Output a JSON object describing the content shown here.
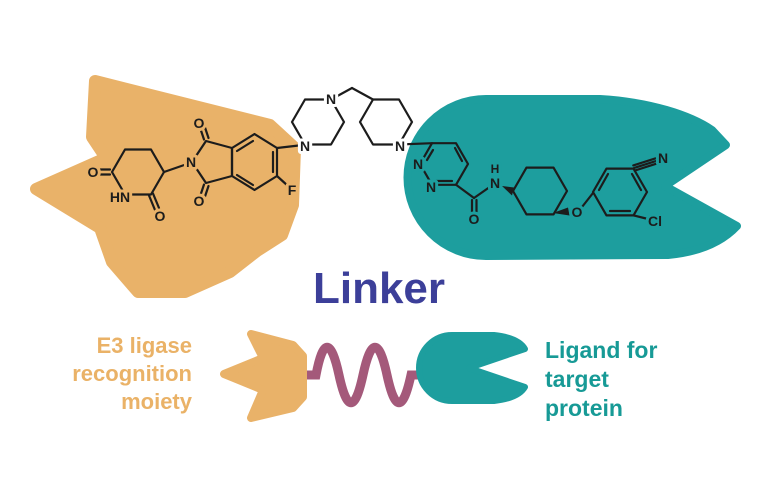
{
  "diagram": {
    "linker_label": "Linker",
    "e3_label": "E3 ligase\nrecognition\nmoiety",
    "ligand_label": "Ligand for\ntarget\nprotein"
  },
  "colors": {
    "e3_orange": "#e9b269",
    "ligand_teal": "#1d9e9e",
    "linker_wave_purple": "#a4597a",
    "linker_text_blue": "#3c3f99",
    "bond_color": "#1c1c1c"
  },
  "atoms": {
    "glut_o_left": "O",
    "glut_hn": "HN",
    "glut_o_bottom": "O",
    "phthal_n": "N",
    "phthal_o_top": "O",
    "phthal_o_bottom": "O",
    "fluorine": "F",
    "piperazine_n_bottom": "N",
    "piperazine_n_top": "N",
    "piperidine_n": "N",
    "pyridazine_n1": "N",
    "pyridazine_n2": "N",
    "amide_h": "H",
    "amide_n": "N",
    "amide_o": "O",
    "ether_o": "O",
    "chlorine": "Cl",
    "nitrile_n": "N"
  }
}
